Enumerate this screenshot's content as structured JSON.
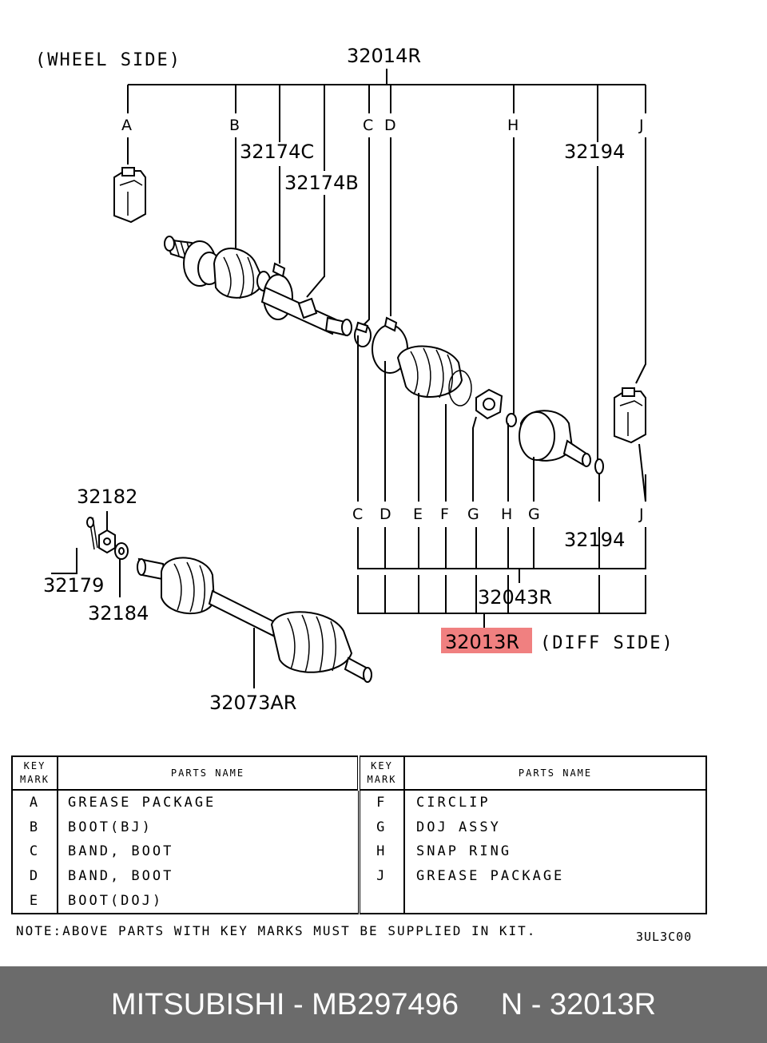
{
  "diagram": {
    "wheel_side_label": "(WHEEL SIDE)",
    "diff_side_label": "(DIFF SIDE)",
    "highlight_color": "#f08080",
    "callouts": {
      "assembly_top": "32014R",
      "assembly_main": "32013R",
      "doj_kit": "32043R",
      "band_32174C": "32174C",
      "band_32174B": "32174B",
      "ring_32194_top": "32194",
      "ring_32194_bottom": "32194",
      "nut_32182": "32182",
      "pin_32179": "32179",
      "washer_32184": "32184",
      "shaft_32073AR": "32073AR"
    },
    "key_marks_top": [
      "A",
      "B",
      "C",
      "D",
      "H",
      "J"
    ],
    "key_marks_bottom": [
      "C",
      "D",
      "E",
      "F",
      "G",
      "H",
      "G",
      "J"
    ]
  },
  "table": {
    "header_key": [
      "KEY",
      "MARK"
    ],
    "header_name": "PARTS NAME",
    "left_rows": [
      {
        "key": "A",
        "name": "GREASE PACKAGE"
      },
      {
        "key": "B",
        "name": "BOOT(BJ)"
      },
      {
        "key": "C",
        "name": "BAND, BOOT"
      },
      {
        "key": "D",
        "name": "BAND, BOOT"
      },
      {
        "key": "E",
        "name": "BOOT(DOJ)"
      }
    ],
    "right_rows": [
      {
        "key": "F",
        "name": "CIRCLIP"
      },
      {
        "key": "G",
        "name": "DOJ ASSY"
      },
      {
        "key": "H",
        "name": "SNAP RING"
      },
      {
        "key": "J",
        "name": "GREASE PACKAGE"
      },
      {
        "key": "",
        "name": ""
      }
    ]
  },
  "note": "NOTE:ABOVE PARTS WITH KEY MARKS MUST BE SUPPLIED IN KIT.",
  "drawing_code": "3UL3C00",
  "footer": {
    "text": "MITSUBISHI - MB297496     N - 32013R",
    "background": "#6b6b6b"
  }
}
